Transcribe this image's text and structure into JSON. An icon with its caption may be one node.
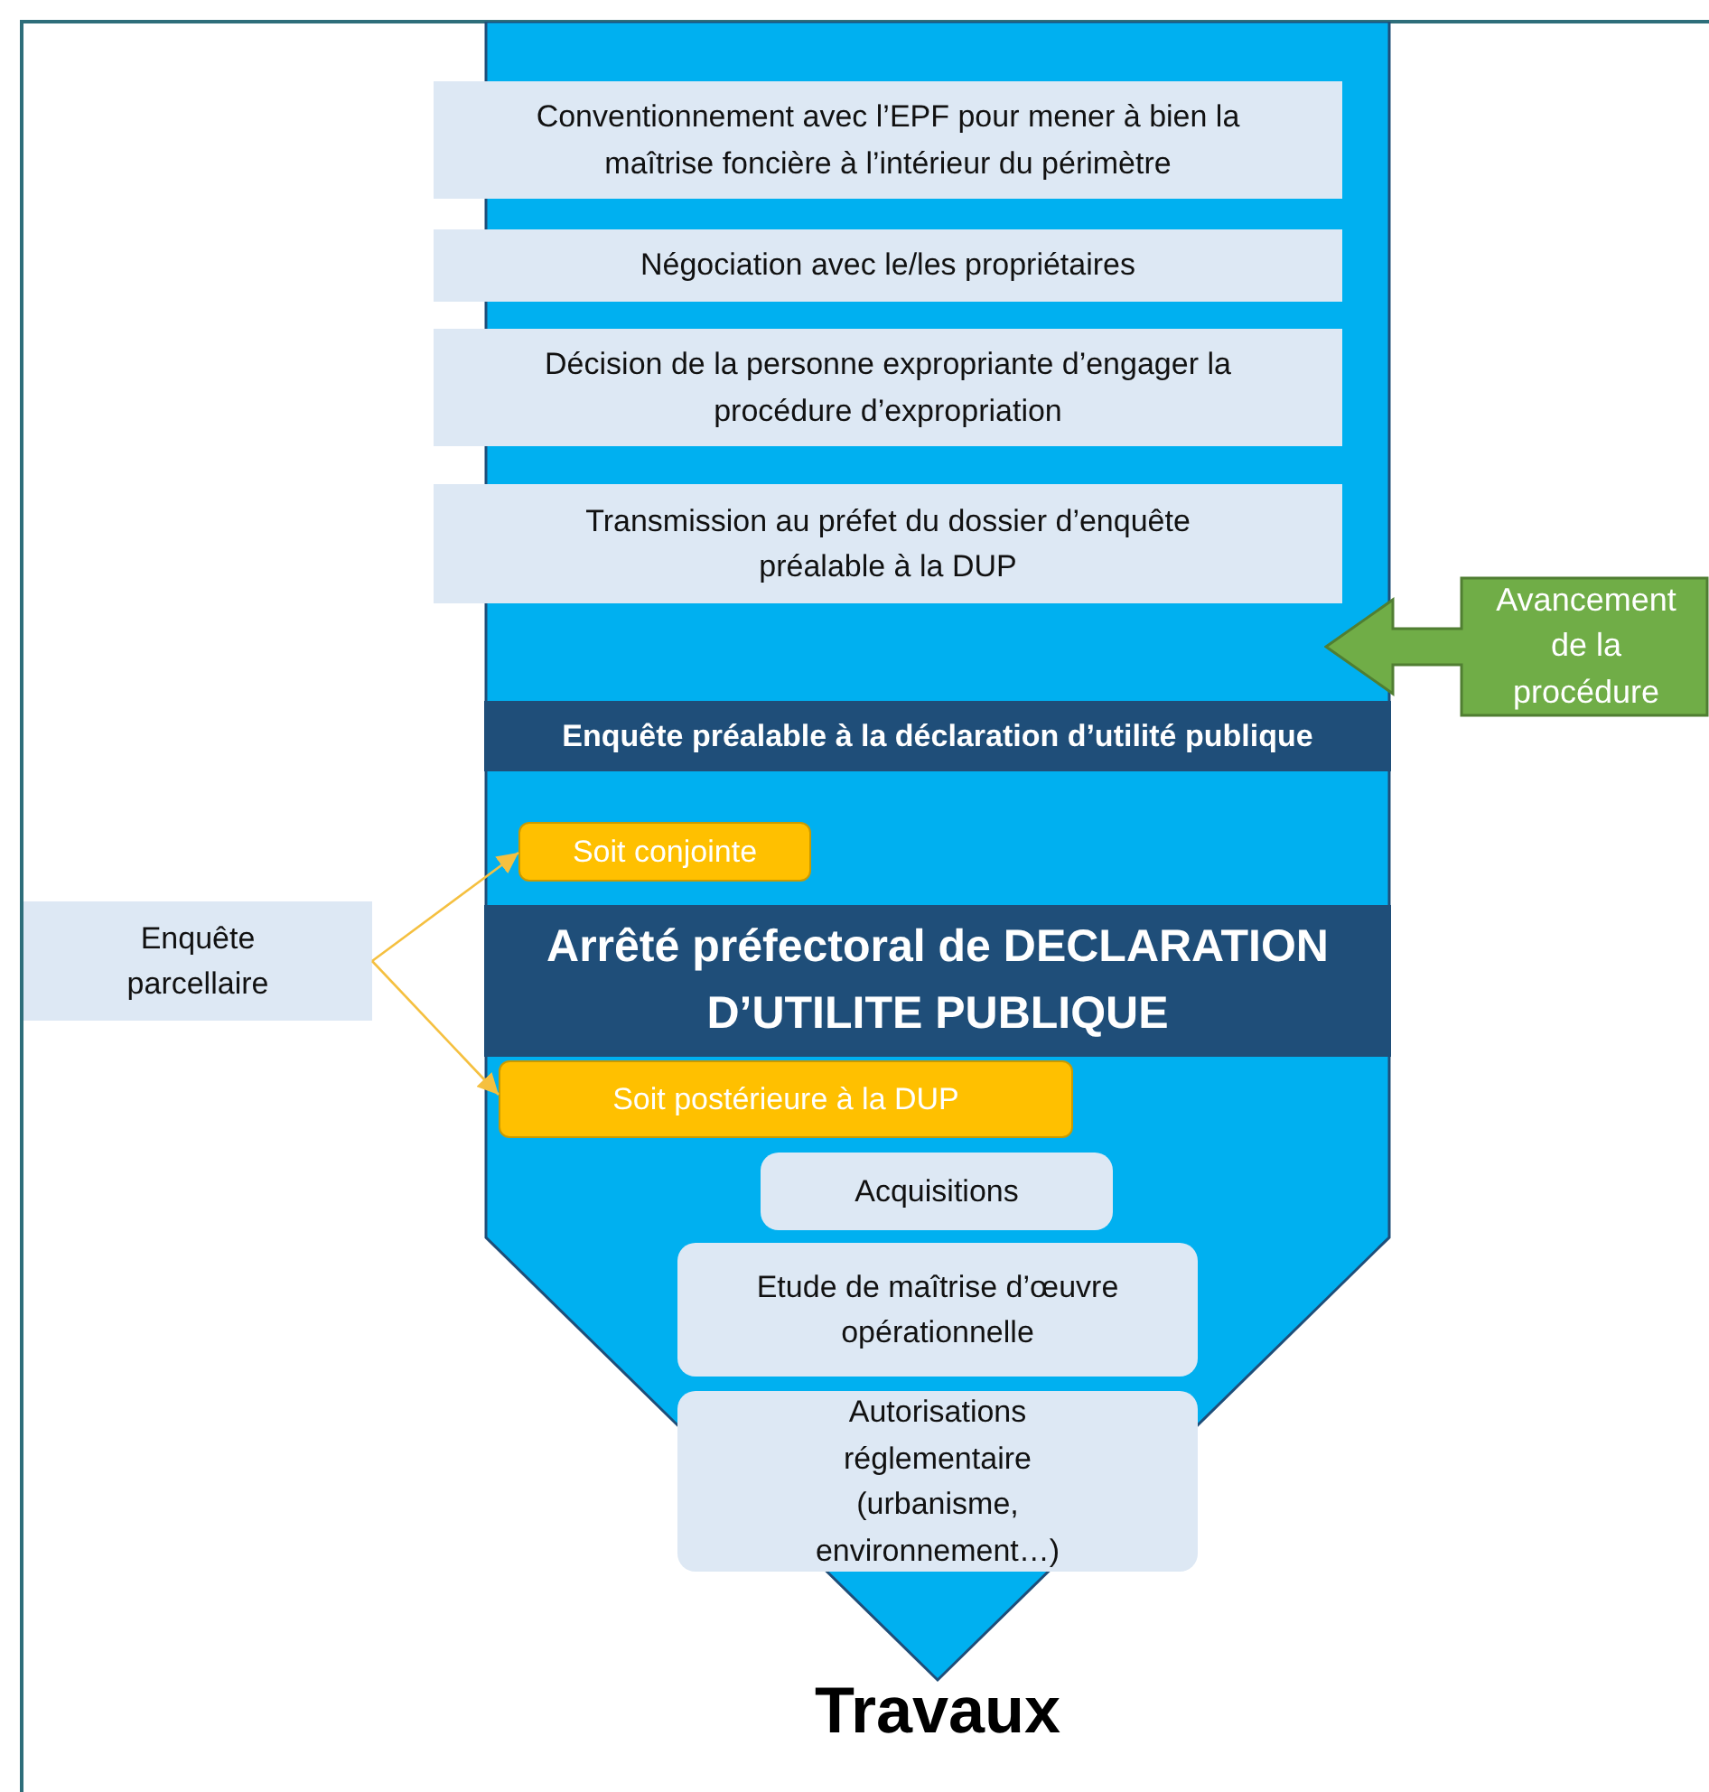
{
  "diagram": {
    "nodes": [
      {
        "text": [],
        "shape": "arrow"
      },
      {
        "text": [
          "Conventionnement avec l’EPF pour mener à bien la maîtrise foncière à l’intérieur du périmètre"
        ]
      },
      {
        "text": [
          "Négociation avec le/les propriétaires"
        ]
      },
      {
        "text": [
          "Décision de la personne expropriante d’engager la procédure d’expropriation"
        ]
      },
      {
        "text": [
          "Transmission au préfet du dossier d’enquête préalable à la DUP"
        ]
      },
      {
        "text": [
          "Avancement de la procédure"
        ]
      },
      {
        "text": [
          "Enquête préalable à la déclaration d’utilité publique"
        ],
        "in": 0
      },
      {
        "text": [
          "Soit conjointe"
        ],
        "in": 0
      },
      {
        "text": [
          "Enquête parcellaire"
        ]
      },
      {
        "text": [
          "Arrêté préfectoral de DECLARATION D’UTILITE PUBLIQUE"
        ],
        "in": 0
      },
      {
        "text": [
          "Soit postérieure à la DUP"
        ],
        "in": 0
      },
      {
        "text": [
          "Acquisitions"
        ],
        "in": 0
      },
      {
        "text": [
          "Etude de maîtrise d’œuvre opérationnelle"
        ],
        "in": 0
      },
      {
        "text": [
          "Autorisations réglementaire (urbanisme, environnement…)"
        ],
        "in": 0
      }
    ],
    "edges": [
      {
        "from": 8,
        "to": 7,
        "arrow": "to"
      },
      {
        "from": 8,
        "to": 10,
        "arrow": "to"
      }
    ],
    "labels": [
      "Travaux"
    ]
  }
}
